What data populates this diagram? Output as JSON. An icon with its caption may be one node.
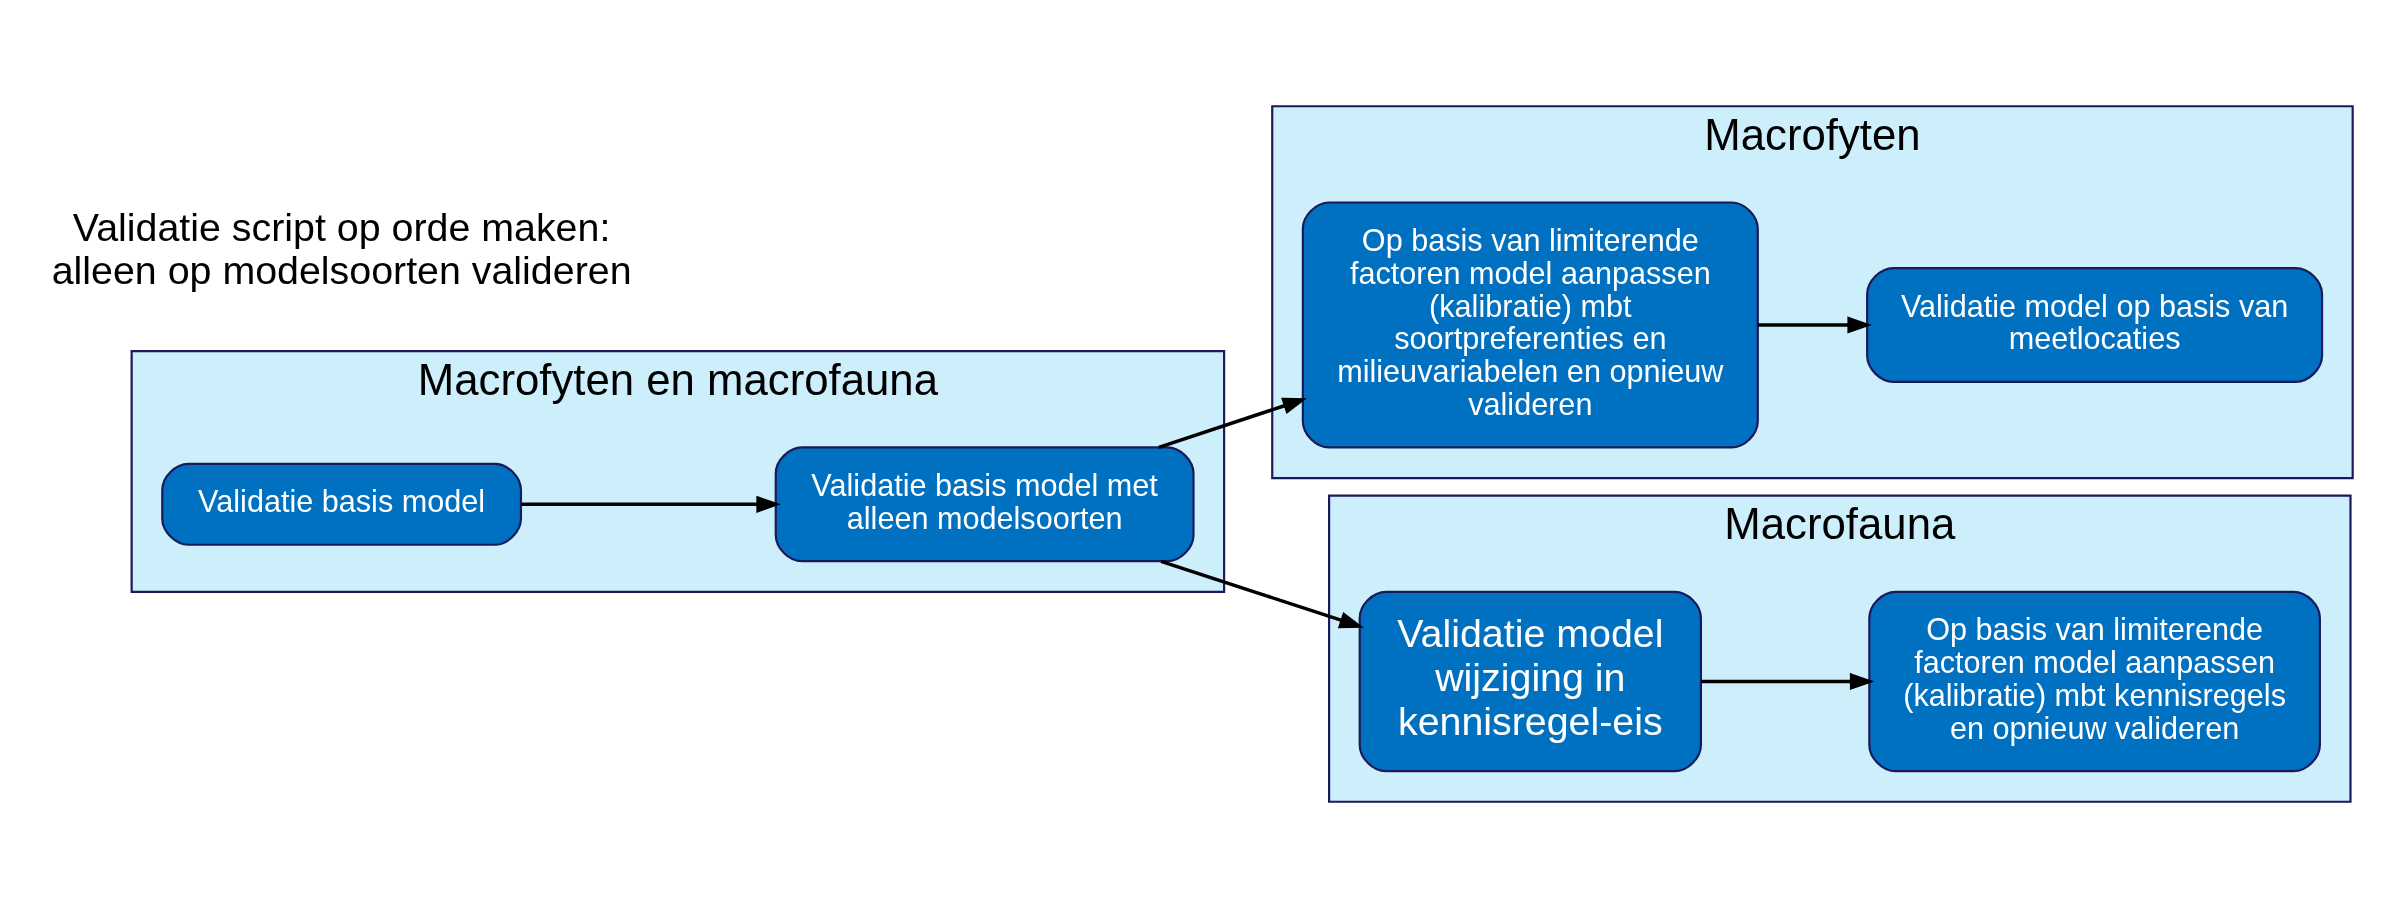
{
  "diagram": {
    "nodes": [
      {
        "text": [
          "Macrofyten en macrofauna"
        ],
        "beside": [
          "Validatie script op orde maken: alleen op modelsoorten valideren"
        ]
      },
      {
        "text": [
          "Validatie basis model"
        ],
        "in": 0
      },
      {
        "text": [
          "Validatie basis model met alleen modelsoorten"
        ],
        "in": 0
      },
      {
        "text": [
          "Macrofyten"
        ]
      },
      {
        "text": [
          "Op basis van limiterende factoren model aanpassen (kalibratie) mbt soortpreferenties en milieuvariabelen en opnieuw valideren"
        ],
        "in": 3
      },
      {
        "text": [
          "Validatie model op basis van meetlocaties"
        ],
        "in": 3
      },
      {
        "text": [
          "Macrofauna"
        ]
      },
      {
        "text": [
          "Validatie model wijziging in kennisregel-eis"
        ],
        "in": 6
      },
      {
        "text": [
          "Op basis van limiterende factoren model aanpassen (kalibratie) mbt kennisregels en opnieuw valideren"
        ],
        "in": 6
      }
    ],
    "edges": [
      {
        "from": 1,
        "to": 2,
        "arrow": "to"
      },
      {
        "from": 2,
        "to": 4,
        "arrow": "to"
      },
      {
        "from": 2,
        "to": 7,
        "arrow": "to"
      },
      {
        "from": 4,
        "to": 5,
        "arrow": "to"
      },
      {
        "from": 7,
        "to": 8,
        "arrow": "to"
      }
    ]
  }
}
